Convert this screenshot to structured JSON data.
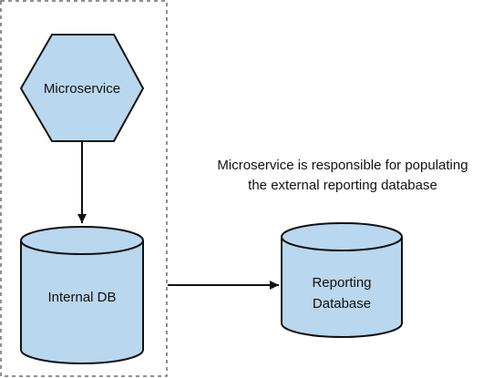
{
  "colors": {
    "shape_fill": "#b9d7ee",
    "stroke": "#111111",
    "boundary_dash": "#6b6b6b",
    "background": "#ffffff"
  },
  "nodes": {
    "microservice": {
      "shape": "hexagon",
      "label": "Microservice"
    },
    "internal_db": {
      "shape": "cylinder",
      "label": "Internal DB"
    },
    "reporting_db": {
      "shape": "cylinder",
      "label_line1": "Reporting",
      "label_line2": "Database"
    }
  },
  "edges": [
    {
      "from": "microservice",
      "to": "internal_db"
    },
    {
      "from": "microservice_boundary",
      "to": "reporting_db"
    }
  ],
  "annotation": {
    "line1": "Microservice is responsible for populating",
    "line2": "the external reporting database"
  }
}
